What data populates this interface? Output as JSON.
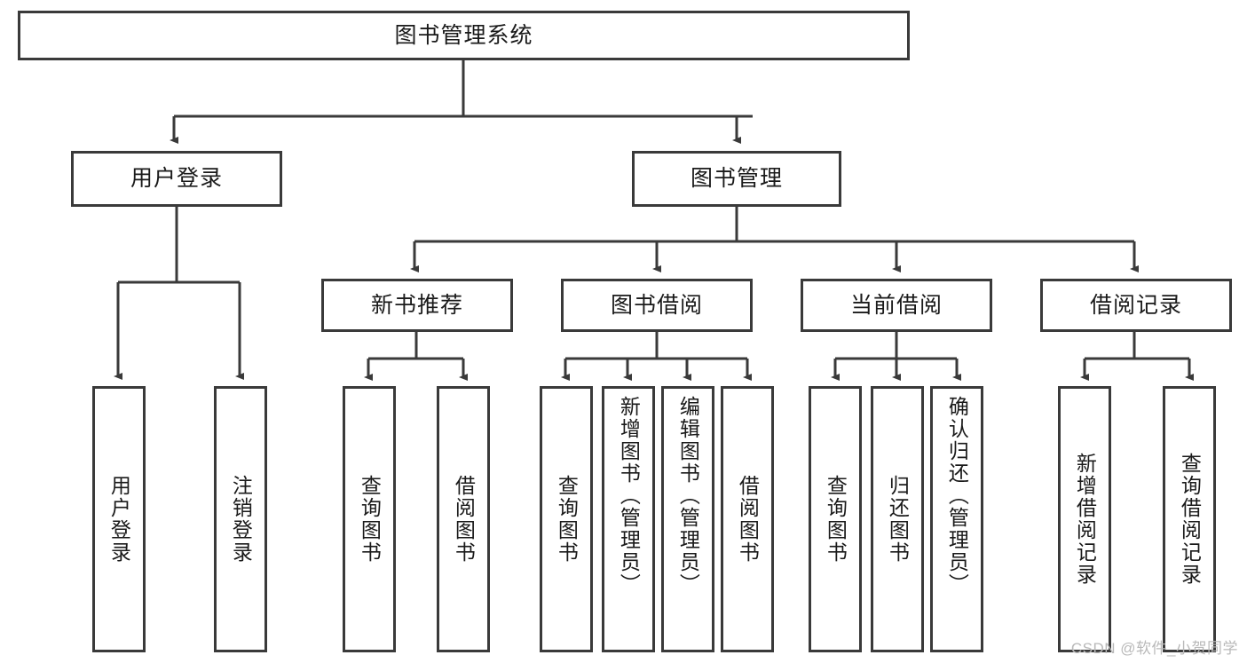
{
  "diagram": {
    "title": "图书管理系统",
    "type": "tree-hierarchy-chart",
    "style": {
      "border_color": "#3a3a3a",
      "fill_color": "#ffffff",
      "text_color": "#1a1a1a",
      "line_color": "#3a3a3a",
      "background": "#ffffff"
    }
  },
  "root": {
    "label": "图书管理系统"
  },
  "level2": [
    {
      "label": "用户登录"
    },
    {
      "label": "图书管理"
    }
  ],
  "level3": [
    {
      "label": "新书推荐"
    },
    {
      "label": "图书借阅"
    },
    {
      "label": "当前借阅"
    },
    {
      "label": "借阅记录"
    }
  ],
  "leaves": {
    "user_login": [
      {
        "label": "用户登录"
      },
      {
        "label": "注销登录"
      }
    ],
    "new_book": [
      {
        "label": "查询图书"
      },
      {
        "label": "借阅图书"
      }
    ],
    "book_borrow": [
      {
        "label": "查询图书"
      },
      {
        "label": "新增图书（管理员）"
      },
      {
        "label": "编辑图书（管理员）"
      },
      {
        "label": "借阅图书"
      }
    ],
    "current_borrow": [
      {
        "label": "查询图书"
      },
      {
        "label": "归还图书"
      },
      {
        "label": "确认归还（管理员）"
      }
    ],
    "borrow_record": [
      {
        "label": "新增借阅记录"
      },
      {
        "label": "查询借阅记录"
      }
    ]
  },
  "watermark": {
    "text": "CSDN @软件_小贺同学"
  }
}
